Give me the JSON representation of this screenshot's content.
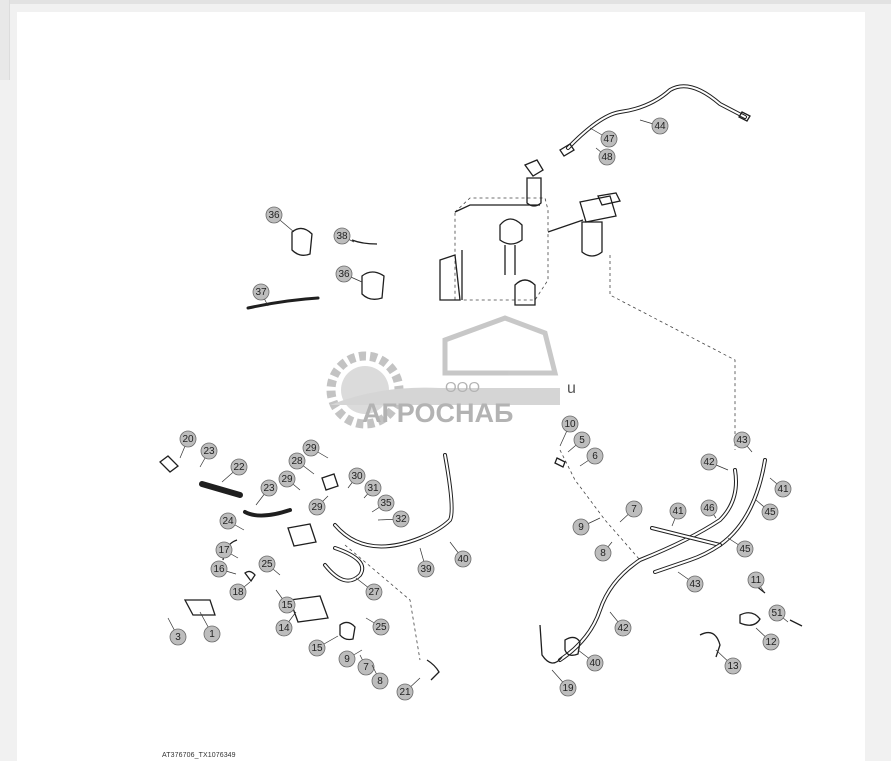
{
  "figure": {
    "code": "AT376706_TX1076349"
  },
  "watermark": {
    "line1": "ООО",
    "line2": "АГРОСНАБ"
  },
  "stray_char": "u",
  "callouts": [
    {
      "n": "1"
    },
    {
      "n": "3"
    },
    {
      "n": "5"
    },
    {
      "n": "6"
    },
    {
      "n": "7"
    },
    {
      "n": "7"
    },
    {
      "n": "8"
    },
    {
      "n": "8"
    },
    {
      "n": "9"
    },
    {
      "n": "9"
    },
    {
      "n": "10"
    },
    {
      "n": "11"
    },
    {
      "n": "12"
    },
    {
      "n": "13"
    },
    {
      "n": "14"
    },
    {
      "n": "15"
    },
    {
      "n": "15"
    },
    {
      "n": "16"
    },
    {
      "n": "17"
    },
    {
      "n": "18"
    },
    {
      "n": "19"
    },
    {
      "n": "20"
    },
    {
      "n": "21"
    },
    {
      "n": "22"
    },
    {
      "n": "23"
    },
    {
      "n": "23"
    },
    {
      "n": "24"
    },
    {
      "n": "25"
    },
    {
      "n": "25"
    },
    {
      "n": "27"
    },
    {
      "n": "28"
    },
    {
      "n": "29"
    },
    {
      "n": "29"
    },
    {
      "n": "29"
    },
    {
      "n": "30"
    },
    {
      "n": "31"
    },
    {
      "n": "32"
    },
    {
      "n": "35"
    },
    {
      "n": "36"
    },
    {
      "n": "36"
    },
    {
      "n": "37"
    },
    {
      "n": "38"
    },
    {
      "n": "39"
    },
    {
      "n": "40"
    },
    {
      "n": "40"
    },
    {
      "n": "41"
    },
    {
      "n": "41"
    },
    {
      "n": "42"
    },
    {
      "n": "42"
    },
    {
      "n": "43"
    },
    {
      "n": "43"
    },
    {
      "n": "44"
    },
    {
      "n": "45"
    },
    {
      "n": "45"
    },
    {
      "n": "46"
    },
    {
      "n": "47"
    },
    {
      "n": "48"
    },
    {
      "n": "51"
    }
  ]
}
